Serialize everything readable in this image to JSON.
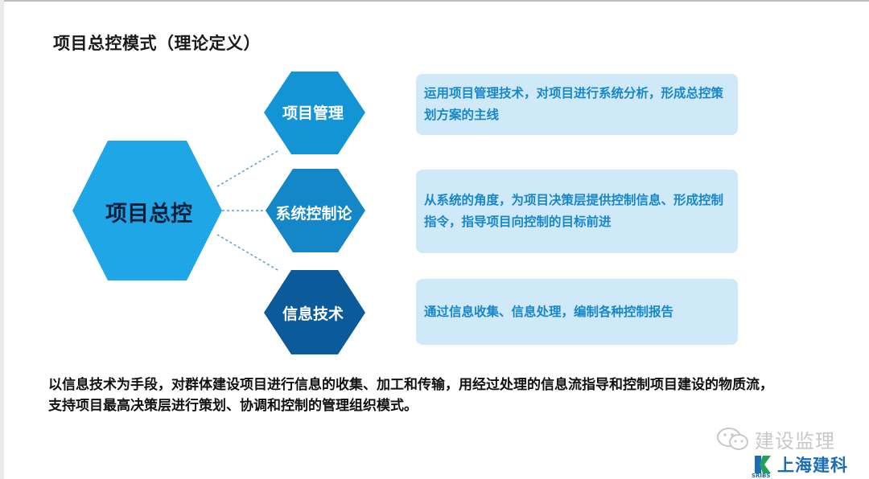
{
  "title": "项目总控模式（理论定义）",
  "center_node": {
    "label": "项目总控",
    "color": "#1fa6e6"
  },
  "branches": [
    {
      "label": "项目管理",
      "description": "运用项目管理技术，对项目进行系统分析，形成总控策划方案的主线",
      "color": "#1394d4"
    },
    {
      "label": "系统控制论",
      "description": "从系统的角度，为项目决策层提供控制信息、形成控制指令，指导项目向控制的目标前进",
      "color": "#1387c8"
    },
    {
      "label": "信息技术",
      "description": "通过信息收集、信息处理，编制各种控制报告",
      "color": "#0b5a99"
    }
  ],
  "summary": "以信息技术为手段，对群体建设项目进行信息的收集、加工和传输，用经过处理的信息流指导和控制项目建设的物质流，支持项目最高决策层进行策划、协调和控制的管理组织模式。",
  "watermark": {
    "text": "建设监理",
    "icon": "wechat-icon"
  },
  "logo": {
    "text": "上海建科",
    "sub": "SRIBS"
  },
  "colors": {
    "box_bg": "#cfe9f9",
    "box_text": "#1687c9",
    "connector": "#5aa0c8"
  }
}
